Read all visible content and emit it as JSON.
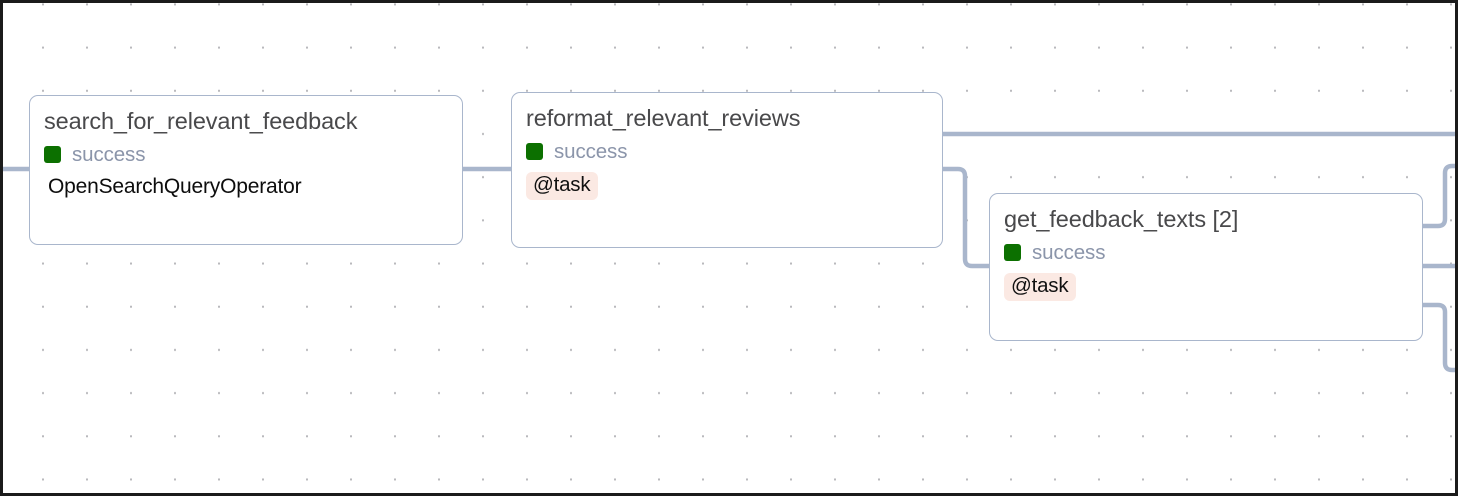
{
  "canvas": {
    "background_color": "#ffffff",
    "grid_dot_color": "#b9b9bd",
    "border_color": "#1b1b1b",
    "edge_color": "#a9b6cc",
    "node_border_color": "#a9b6cc",
    "status_success_color": "#0c7000",
    "status_text_color": "#8b95aa",
    "tag_background_color": "#fbe9e3",
    "title_text_color": "#49494b"
  },
  "nodes": [
    {
      "id": "search_for_relevant_feedback",
      "title": "search_for_relevant_feedback",
      "status": "success",
      "status_icon": "status-square-icon",
      "subtitle_type": "operator",
      "operator": "OpenSearchQueryOperator"
    },
    {
      "id": "reformat_relevant_reviews",
      "title": "reformat_relevant_reviews",
      "status": "success",
      "status_icon": "status-square-icon",
      "subtitle_type": "tag",
      "tag": "@task"
    },
    {
      "id": "get_feedback_texts",
      "title": "get_feedback_texts [2]",
      "status": "success",
      "status_icon": "status-square-icon",
      "subtitle_type": "tag",
      "tag": "@task"
    }
  ]
}
